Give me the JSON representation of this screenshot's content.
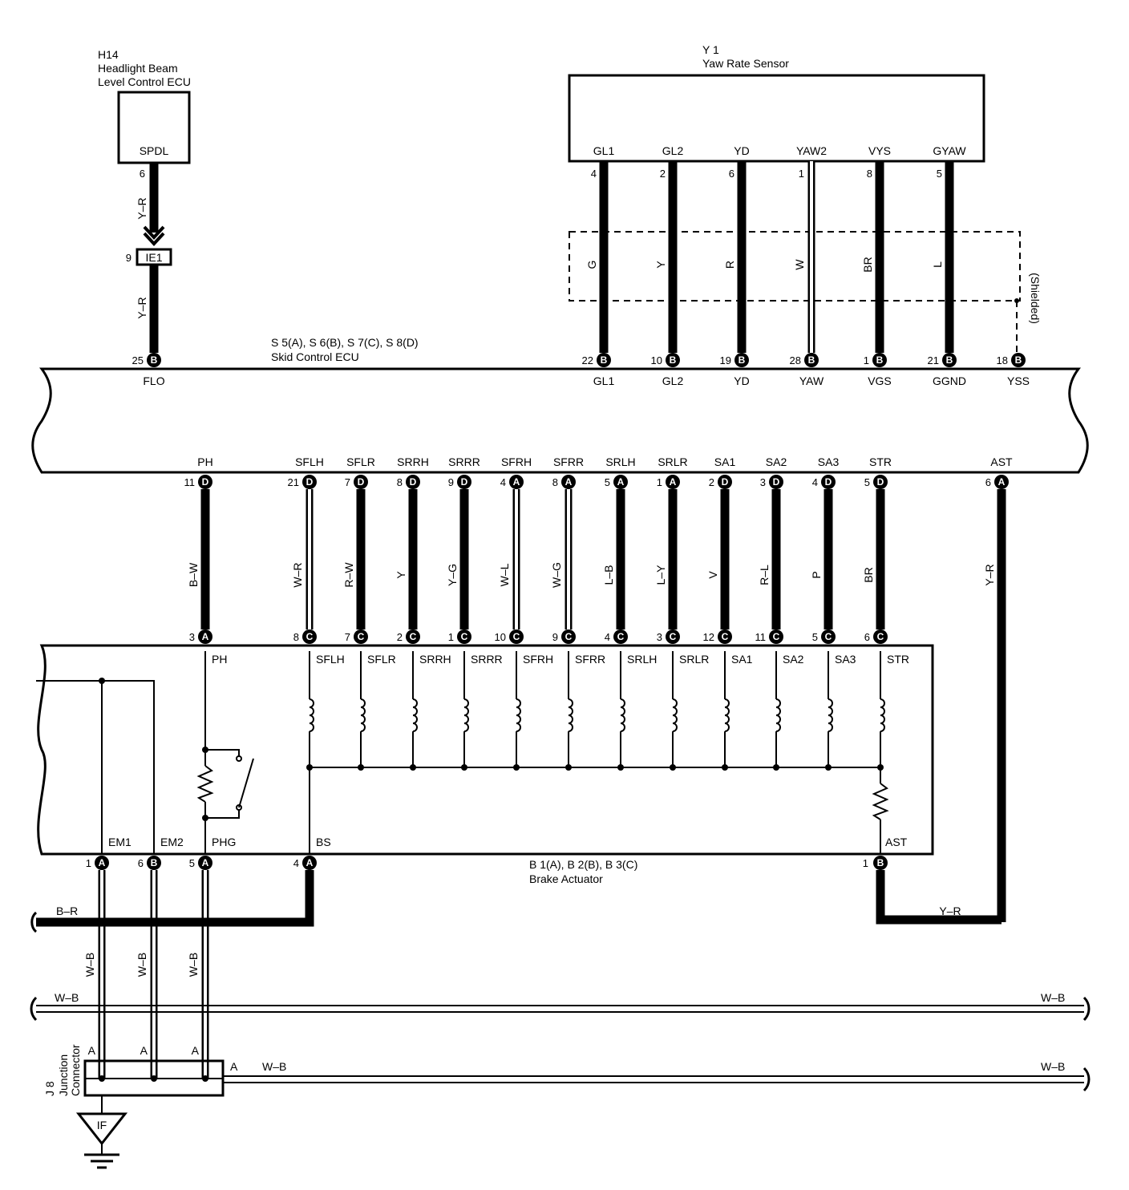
{
  "components": {
    "h14": {
      "code": "H14",
      "name_line1": "Headlight Beam",
      "name_line2": "Level Control ECU",
      "terminal": "SPDL",
      "pin": "6"
    },
    "y1": {
      "code": "Y 1",
      "name": "Yaw Rate Sensor"
    },
    "skid": {
      "connectors": "S 5(A), S 6(B), S 7(C), S 8(D)",
      "name": "Skid Control ECU"
    },
    "brake": {
      "connectors": "B 1(A), B 2(B), B 3(C)",
      "name": "Brake Actuator"
    },
    "junction": {
      "code": "J 8",
      "name_line1": "Junction",
      "name_line2": "Connector",
      "pin": "A"
    },
    "ground": {
      "code": "IF"
    },
    "ie1": {
      "code": "IE1",
      "pin": "9"
    },
    "shield": {
      "label": "(Shielded)"
    }
  },
  "h14_wire": {
    "upper_color": "Y–R",
    "lower_color": "Y–R",
    "ecu_pin": "25",
    "ecu_conn": "B",
    "ecu_terminal": "FLO"
  },
  "yaw_wires": [
    {
      "sensor_term": "GL1",
      "sensor_pin": "4",
      "color": "G",
      "ecu_pin": "22",
      "ecu_conn": "B",
      "ecu_term": "GL1"
    },
    {
      "sensor_term": "GL2",
      "sensor_pin": "2",
      "color": "Y",
      "ecu_pin": "10",
      "ecu_conn": "B",
      "ecu_term": "GL2"
    },
    {
      "sensor_term": "YD",
      "sensor_pin": "6",
      "color": "R",
      "ecu_pin": "19",
      "ecu_conn": "B",
      "ecu_term": "YD"
    },
    {
      "sensor_term": "YAW2",
      "sensor_pin": "1",
      "color": "W",
      "ecu_pin": "28",
      "ecu_conn": "B",
      "ecu_term": "YAW"
    },
    {
      "sensor_term": "VYS",
      "sensor_pin": "8",
      "color": "BR",
      "ecu_pin": "1",
      "ecu_conn": "B",
      "ecu_term": "VGS"
    },
    {
      "sensor_term": "GYAW",
      "sensor_pin": "5",
      "color": "L",
      "ecu_pin": "21",
      "ecu_conn": "B",
      "ecu_term": "GGND"
    }
  ],
  "yss": {
    "ecu_pin": "18",
    "ecu_conn": "B",
    "ecu_term": "YSS"
  },
  "actuator_wires": [
    {
      "ecu_term": "PH",
      "ecu_pin": "11",
      "ecu_conn": "D",
      "color": "B–W",
      "act_pin": "3",
      "act_conn": "A",
      "act_term": "PH"
    },
    {
      "ecu_term": "SFLH",
      "ecu_pin": "21",
      "ecu_conn": "D",
      "color": "W–R",
      "act_pin": "8",
      "act_conn": "C",
      "act_term": "SFLH"
    },
    {
      "ecu_term": "SFLR",
      "ecu_pin": "7",
      "ecu_conn": "D",
      "color": "R–W",
      "act_pin": "7",
      "act_conn": "C",
      "act_term": "SFLR"
    },
    {
      "ecu_term": "SRRH",
      "ecu_pin": "8",
      "ecu_conn": "D",
      "color": "Y",
      "act_pin": "2",
      "act_conn": "C",
      "act_term": "SRRH"
    },
    {
      "ecu_term": "SRRR",
      "ecu_pin": "9",
      "ecu_conn": "D",
      "color": "Y–G",
      "act_pin": "1",
      "act_conn": "C",
      "act_term": "SRRR"
    },
    {
      "ecu_term": "SFRH",
      "ecu_pin": "4",
      "ecu_conn": "A",
      "color": "W–L",
      "act_pin": "10",
      "act_conn": "C",
      "act_term": "SFRH"
    },
    {
      "ecu_term": "SFRR",
      "ecu_pin": "8",
      "ecu_conn": "A",
      "color": "W–G",
      "act_pin": "9",
      "act_conn": "C",
      "act_term": "SFRR"
    },
    {
      "ecu_term": "SRLH",
      "ecu_pin": "5",
      "ecu_conn": "A",
      "color": "L–B",
      "act_pin": "4",
      "act_conn": "C",
      "act_term": "SRLH"
    },
    {
      "ecu_term": "SRLR",
      "ecu_pin": "1",
      "ecu_conn": "A",
      "color": "L–Y",
      "act_pin": "3",
      "act_conn": "C",
      "act_term": "SRLR"
    },
    {
      "ecu_term": "SA1",
      "ecu_pin": "2",
      "ecu_conn": "D",
      "color": "V",
      "act_pin": "12",
      "act_conn": "C",
      "act_term": "SA1"
    },
    {
      "ecu_term": "SA2",
      "ecu_pin": "3",
      "ecu_conn": "D",
      "color": "R–L",
      "act_pin": "11",
      "act_conn": "C",
      "act_term": "SA2"
    },
    {
      "ecu_term": "SA3",
      "ecu_pin": "4",
      "ecu_conn": "D",
      "color": "P",
      "act_pin": "5",
      "act_conn": "C",
      "act_term": "SA3"
    },
    {
      "ecu_term": "STR",
      "ecu_pin": "5",
      "ecu_conn": "D",
      "color": "BR",
      "act_pin": "6",
      "act_conn": "C",
      "act_term": "STR"
    }
  ],
  "ast": {
    "ecu_term": "AST",
    "ecu_pin": "6",
    "ecu_conn": "A",
    "color": "Y–R",
    "act_pin": "1",
    "act_conn": "B",
    "act_term": "AST",
    "bottom_color": "Y–R"
  },
  "actuator_bottom": [
    {
      "term": "EM1",
      "pin": "1",
      "conn": "A",
      "color": "W–B"
    },
    {
      "term": "EM2",
      "pin": "6",
      "conn": "B",
      "color": "W–B"
    },
    {
      "term": "PHG",
      "pin": "5",
      "conn": "A",
      "color": "W–B"
    },
    {
      "term": "BS",
      "pin": "4",
      "conn": "A",
      "color": "B–R"
    }
  ],
  "buses": {
    "upper_left": "W–B",
    "upper_right": "W–B",
    "lower_mid": "W–B",
    "lower_right": "W–B"
  },
  "junction_pins": [
    "A",
    "A",
    "A"
  ]
}
